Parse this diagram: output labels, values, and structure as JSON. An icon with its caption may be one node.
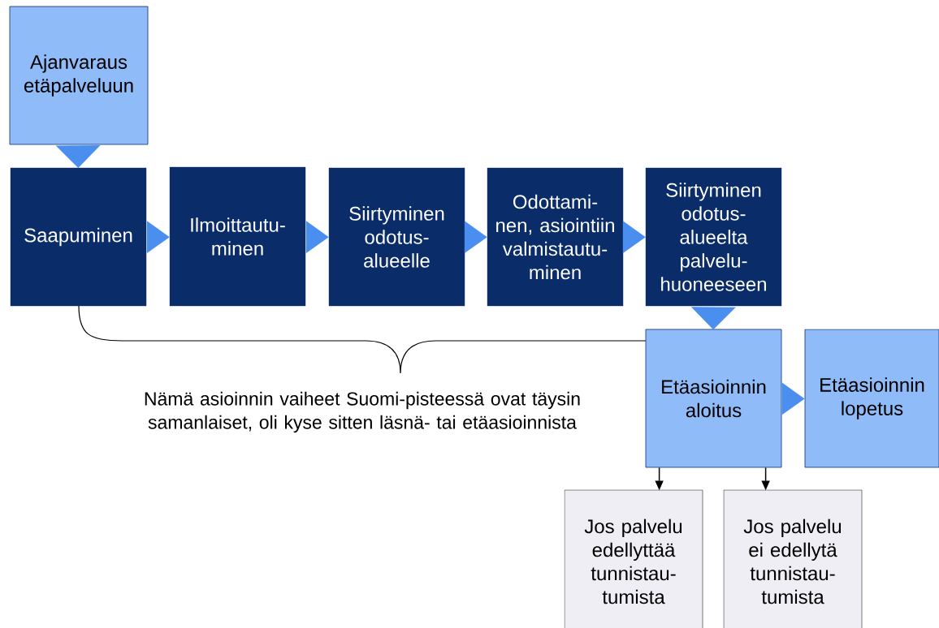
{
  "diagram": {
    "nodes": [
      {
        "text": [
          "Ajanvaraus etäpalveluun"
        ]
      },
      {
        "text": [
          "Saapuminen"
        ]
      },
      {
        "text": [
          "Ilmoittautu- minen"
        ]
      },
      {
        "text": [
          "Siirtyminen odotus- alueelle"
        ]
      },
      {
        "text": [
          "Odottami- nen, asiointiin valmistautu- minen"
        ]
      },
      {
        "text": [
          "Siirtyminen odotus- alueelta palvelu- huoneeseen"
        ]
      },
      {
        "text": [
          "Etäasioinnin aloitus"
        ]
      },
      {
        "text": [
          "Etäasioinnin lopetus"
        ]
      },
      {
        "text": [
          "Jos palvelu edellyttää tunnistau- tumista"
        ]
      },
      {
        "text": [
          "Jos palvelu ei edellytä tunnistau- tumista"
        ]
      }
    ],
    "edges": [
      {
        "from": 0,
        "to": 1,
        "arrow": "to"
      },
      {
        "from": 1,
        "to": 2,
        "arrow": "to"
      },
      {
        "from": 2,
        "to": 3,
        "arrow": "to"
      },
      {
        "from": 3,
        "to": 4,
        "arrow": "to"
      },
      {
        "from": 4,
        "to": 5,
        "arrow": "to"
      },
      {
        "from": 5,
        "to": 6,
        "arrow": "to"
      },
      {
        "from": 6,
        "to": 7,
        "arrow": "to"
      },
      {
        "from": 6,
        "to": 8,
        "arrow": "to",
        "color": "#000000"
      },
      {
        "from": 6,
        "to": 9,
        "arrow": "to",
        "color": "#000000"
      }
    ],
    "labels": [
      "Nämä asioinnin vaiheet Suomi-pisteessä ovat täysin samanlaiset, oli kyse sitten läsnä- tai etäasioinnista"
    ]
  }
}
